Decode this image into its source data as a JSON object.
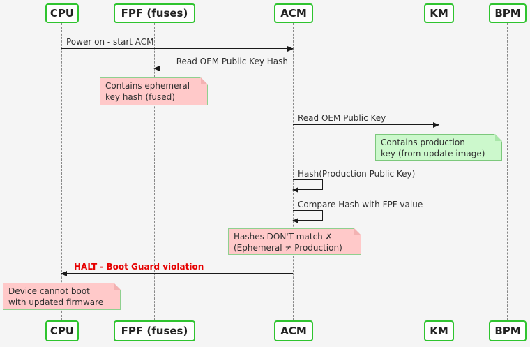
{
  "participants": [
    {
      "label": "CPU"
    },
    {
      "label": "FPF (fuses)"
    },
    {
      "label": "ACM"
    },
    {
      "label": "KM"
    },
    {
      "label": "BPM"
    }
  ],
  "messages": {
    "power_on": {
      "from": "CPU",
      "to": "ACM",
      "label": "Power on - start ACM"
    },
    "read_hash": {
      "from": "ACM",
      "to": "FPF (fuses)",
      "label": "Read OEM Public Key Hash"
    },
    "read_key": {
      "from": "ACM",
      "to": "KM",
      "label": "Read OEM Public Key"
    },
    "hash_prod": {
      "from": "ACM",
      "to": "ACM",
      "label": "Hash(Production Public Key)"
    },
    "compare": {
      "from": "ACM",
      "to": "ACM",
      "label": "Compare Hash with FPF value"
    },
    "halt": {
      "from": "ACM",
      "to": "CPU",
      "label": "HALT - Boot Guard violation",
      "emphasis": "bold-red"
    }
  },
  "notes": {
    "fpf_note": {
      "over": "FPF (fuses)",
      "color": "pink",
      "text": "Contains ephemeral\nkey hash (fused)"
    },
    "km_note": {
      "over": "KM",
      "color": "green",
      "text": "Contains production\nkey (from update image)"
    },
    "acm_note": {
      "over": "ACM",
      "color": "pink",
      "text": "Hashes DON'T match ✗\n(Ephemeral ≠ Production)"
    },
    "cpu_note": {
      "over": "CPU",
      "color": "pink",
      "text": "Device cannot boot\nwith updated firmware"
    }
  },
  "colors": {
    "background": "#f5f5f5",
    "participant-fill": "#fefefe",
    "participant-border": "#2fc42f",
    "participant-text": "#222222",
    "lifeline": "#888888",
    "arrow": "#1a1a1a",
    "message-text": "#303030",
    "halt-text": "#e60000",
    "note-pink-fill": "#ffc9c9",
    "note-pink-border": "#8fd08f",
    "note-pink-fold": "#f3b2b2",
    "note-green-fill": "#ccf8cc",
    "note-green-border": "#7cc87c",
    "note-green-fold": "#a8e6a8"
  }
}
